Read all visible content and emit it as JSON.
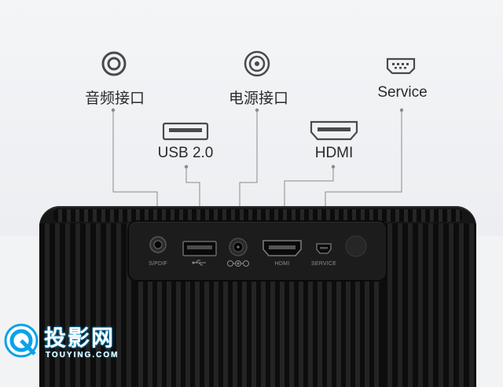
{
  "callouts": {
    "audio": "音频接口",
    "power": "电源接口",
    "service": "Service",
    "usb": "USB 2.0",
    "hdmi": "HDMI"
  },
  "port_labels": {
    "spdif": "S/PDIF",
    "hdmi": "HDMI",
    "service": "SERVICE"
  },
  "watermark": {
    "title": "投影网",
    "subtitle": "TOUYING.COM"
  },
  "icons": [
    "audio-port-icon",
    "power-port-icon",
    "service-port-icon",
    "usb-port-icon",
    "hdmi-port-icon"
  ],
  "colors": {
    "background": "#f2f3f5",
    "text": "#2a2a2a",
    "device": "#161616",
    "watermark_accent": "#0aa3e8"
  }
}
